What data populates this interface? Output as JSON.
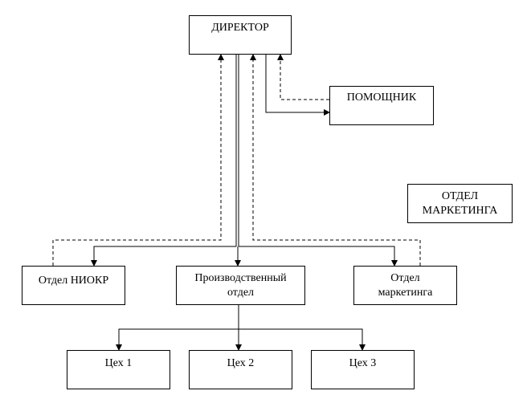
{
  "nodes": {
    "director": "ДИРЕКТОР",
    "assistant": "ПОМОЩНИК",
    "marketing_standalone": "ОТДЕЛ\nМАРКЕТИНГА",
    "niokr": "Отдел НИОКР",
    "production": "Производственный\nотдел",
    "marketing": "Отдел\nмаркетинга",
    "shop1": "Цех 1",
    "shop2": "Цех 2",
    "shop3": "Цех 3"
  },
  "edges": [
    {
      "from": "director",
      "to": "assistant",
      "style": "solid"
    },
    {
      "from": "assistant",
      "to": "director",
      "style": "dashed"
    },
    {
      "from": "director",
      "to": "niokr",
      "style": "solid"
    },
    {
      "from": "director",
      "to": "production",
      "style": "solid"
    },
    {
      "from": "director",
      "to": "marketing",
      "style": "solid"
    },
    {
      "from": "niokr",
      "to": "director",
      "style": "dashed"
    },
    {
      "from": "marketing",
      "to": "director",
      "style": "dashed"
    },
    {
      "from": "production",
      "to": "shop1",
      "style": "solid"
    },
    {
      "from": "production",
      "to": "shop2",
      "style": "solid"
    },
    {
      "from": "production",
      "to": "shop3",
      "style": "solid"
    }
  ]
}
